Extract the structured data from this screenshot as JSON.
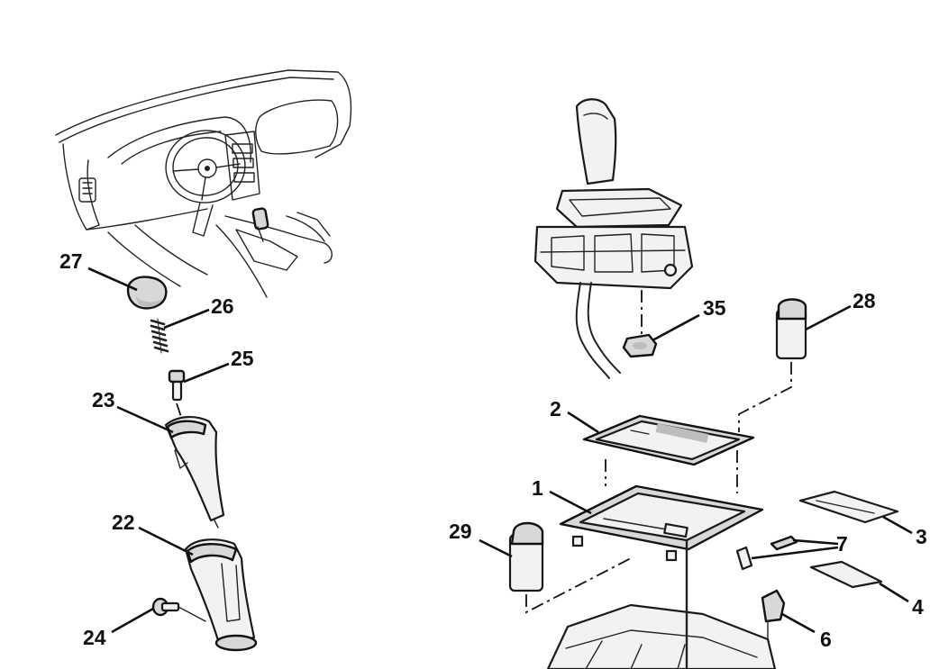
{
  "diagram": {
    "callouts": {
      "c1": "1",
      "c2": "2",
      "c3": "3",
      "c4": "4",
      "c6": "6",
      "c7": "7",
      "c22": "22",
      "c23": "23",
      "c24": "24",
      "c25": "25",
      "c26": "26",
      "c27": "27",
      "c28": "28",
      "c29": "29",
      "c35": "35"
    }
  }
}
